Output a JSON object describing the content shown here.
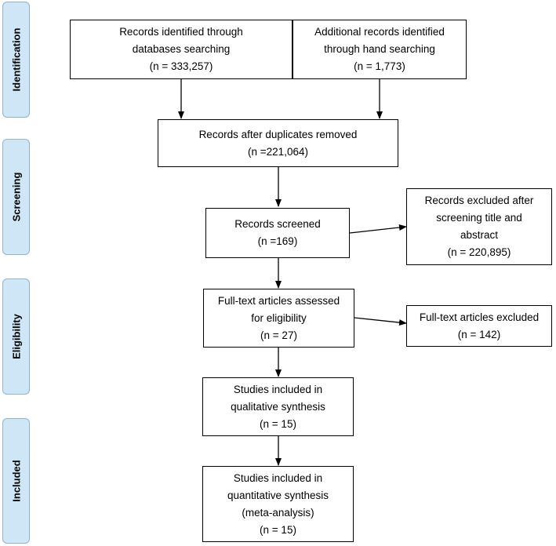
{
  "phases": {
    "identification": "Identification",
    "screening": "Screening",
    "eligibility": "Eligibility",
    "included": "Included"
  },
  "boxes": {
    "db_search": {
      "line1": "Records identified through",
      "line2": "databases searching",
      "line3": "(n = 333,257)"
    },
    "hand_search": {
      "line1": "Additional records identified",
      "line2": "through hand searching",
      "line3": "(n = 1,773)"
    },
    "after_duplicates": {
      "line1": "Records after duplicates removed",
      "line2": "(n =221,064)"
    },
    "screened": {
      "line1": "Records screened",
      "line2": "(n =169)"
    },
    "excluded_screening": {
      "line1": "Records excluded after",
      "line2": "screening title and",
      "line3": "abstract",
      "line4": "(n = 220,895)"
    },
    "full_text": {
      "line1": "Full-text articles assessed",
      "line2": "for eligibility",
      "line3": "(n = 27)"
    },
    "full_text_excluded": {
      "line1": "Full-text articles excluded",
      "line2": "(n = 142)"
    },
    "qualitative": {
      "line1": "Studies included in",
      "line2": "qualitative synthesis",
      "line3": "(n = 15)"
    },
    "quantitative": {
      "line1": "Studies included in",
      "line2": "quantitative synthesis",
      "line3": "(meta-analysis)",
      "line4": "(n = 15)"
    }
  }
}
